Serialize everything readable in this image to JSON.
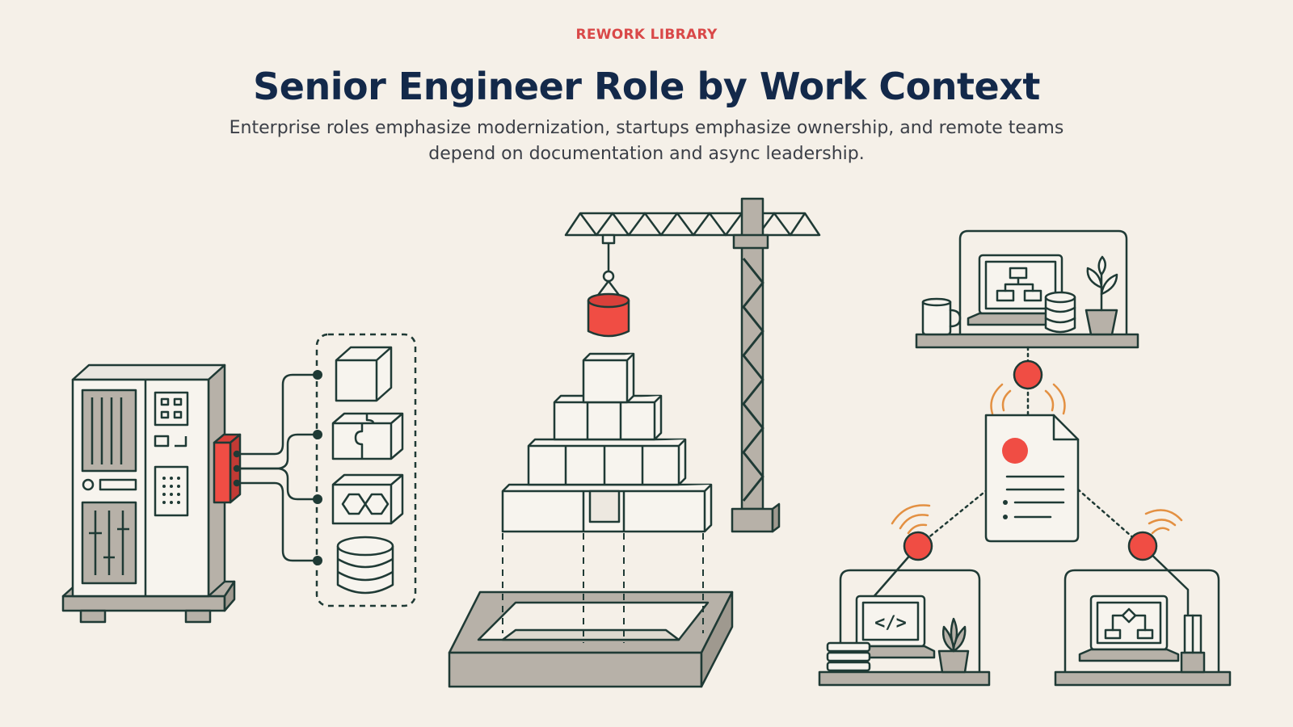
{
  "header": {
    "eyebrow": "REWORK LIBRARY",
    "title": "Senior Engineer Role by Work Context",
    "subtitle": "Enterprise roles emphasize modernization, startups emphasize ownership, and remote teams depend on documentation and async leadership."
  },
  "colors": {
    "background": "#f5f0e8",
    "ink": "#1f3a35",
    "accent": "#f04d44",
    "concrete": "#b7b1a8",
    "signal": "#e39042",
    "title": "#13294a"
  },
  "scenes": {
    "enterprise": {
      "icons": [
        "server-cabinet-icon",
        "adapter-module-icon",
        "cube-module-icon",
        "puzzle-module-icon",
        "hexagon-module-icon",
        "database-icon"
      ]
    },
    "startup": {
      "icons": [
        "tower-crane-icon",
        "red-block-icon",
        "block-pyramid-icon",
        "foundation-frame-icon"
      ]
    },
    "remote": {
      "icons": [
        "laptop-flowchart-icon",
        "coffee-mug-icon",
        "database-stack-icon",
        "potted-plant-icon",
        "document-icon",
        "signal-node-icon",
        "laptop-code-icon",
        "book-stack-icon",
        "laptop-diagram-icon"
      ],
      "code_glyph": "</>"
    }
  }
}
